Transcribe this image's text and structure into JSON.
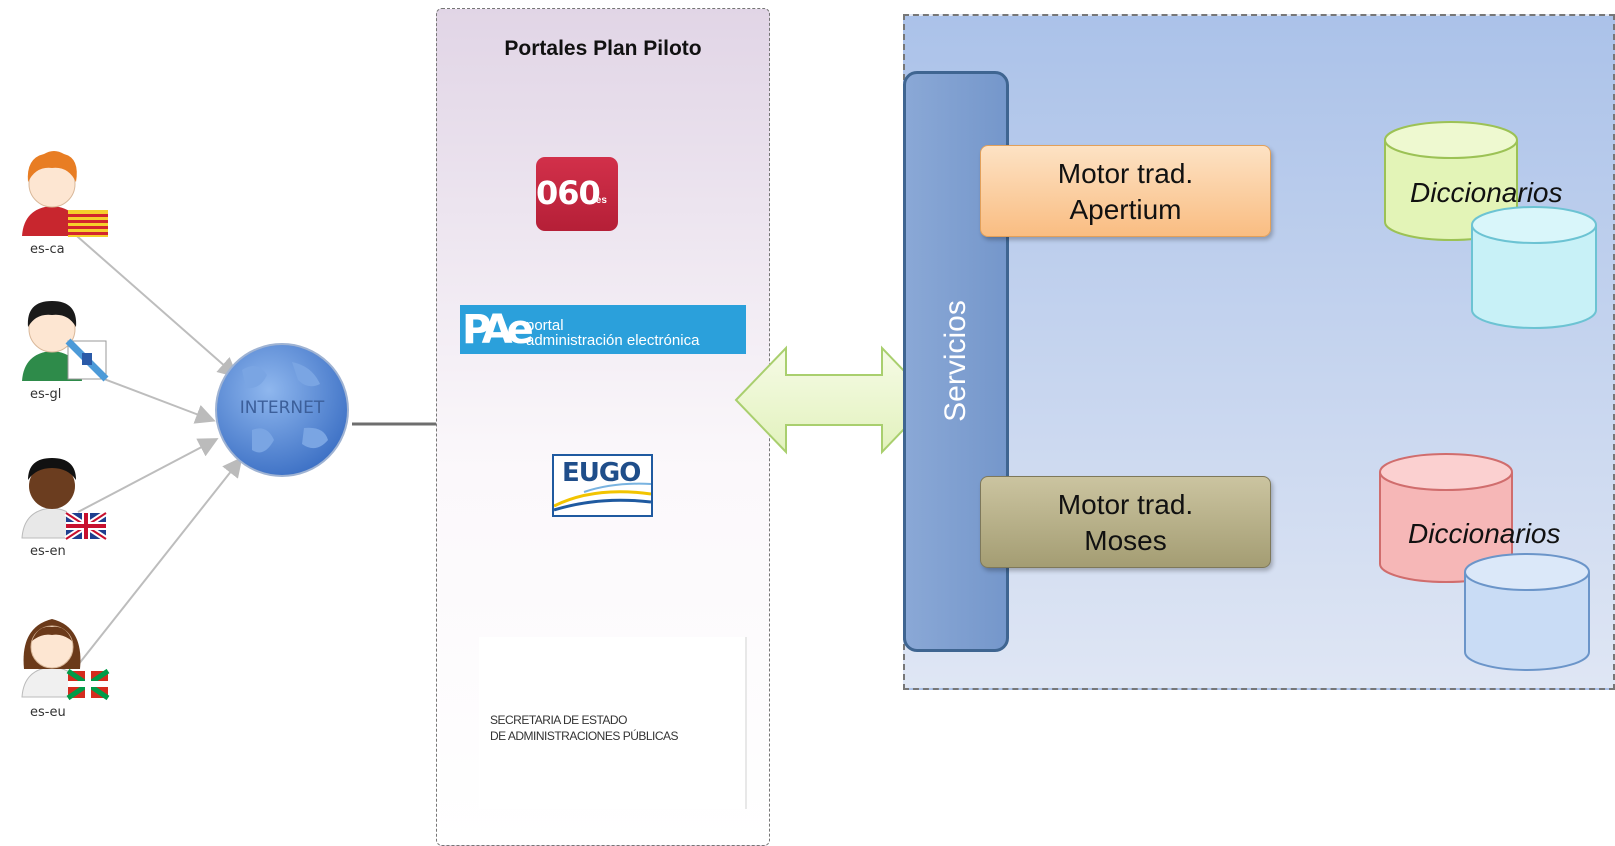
{
  "users": [
    {
      "label": "es-ca",
      "flag_icon": "catalonia-flag-icon",
      "hair": "#e87d23",
      "shirt": "#c8262e"
    },
    {
      "label": "es-gl",
      "flag_icon": "galicia-flag-icon",
      "hair": "#1a1a1a",
      "shirt": "#2e8b4a"
    },
    {
      "label": "es-en",
      "flag_icon": "uk-flag-icon",
      "hair": "#111111",
      "shirt": "#e8e8e8"
    },
    {
      "label": "es-eu",
      "flag_icon": "basque-flag-icon",
      "hair": "#6b3a1a",
      "shirt": "#f0f0f0"
    }
  ],
  "internet": {
    "label": "INTERNET"
  },
  "portals": {
    "title": "Portales Plan Piloto",
    "logo_060": {
      "big": "060",
      "small": ".es"
    },
    "logo_pae": {
      "big": "PAe",
      "line1": "portal",
      "line2": "administración electrónica"
    },
    "logo_eugo": {
      "text": "EUGO"
    },
    "logo_seap": {
      "line1": "SECRETARIA DE ESTADO",
      "line2": "DE ADMINISTRACIONES PÚBLICAS"
    }
  },
  "services": {
    "label": "Servicios"
  },
  "engines": [
    {
      "line1": "Motor trad.",
      "line2": "Apertium",
      "dictionary": "Diccionarios"
    },
    {
      "line1": "Motor trad.",
      "line2": "Moses",
      "dictionary": "Diccionarios"
    }
  ],
  "colors": {
    "globe": "#4f87dc",
    "arrow_fill": "#ecf7cc",
    "arrow_stroke": "#a9cf6e",
    "cyl_green": "#e3f4b7",
    "cyl_cyan": "#c8f1f7",
    "cyl_red": "#f6b7b7",
    "cyl_blue": "#c9dcf5"
  }
}
